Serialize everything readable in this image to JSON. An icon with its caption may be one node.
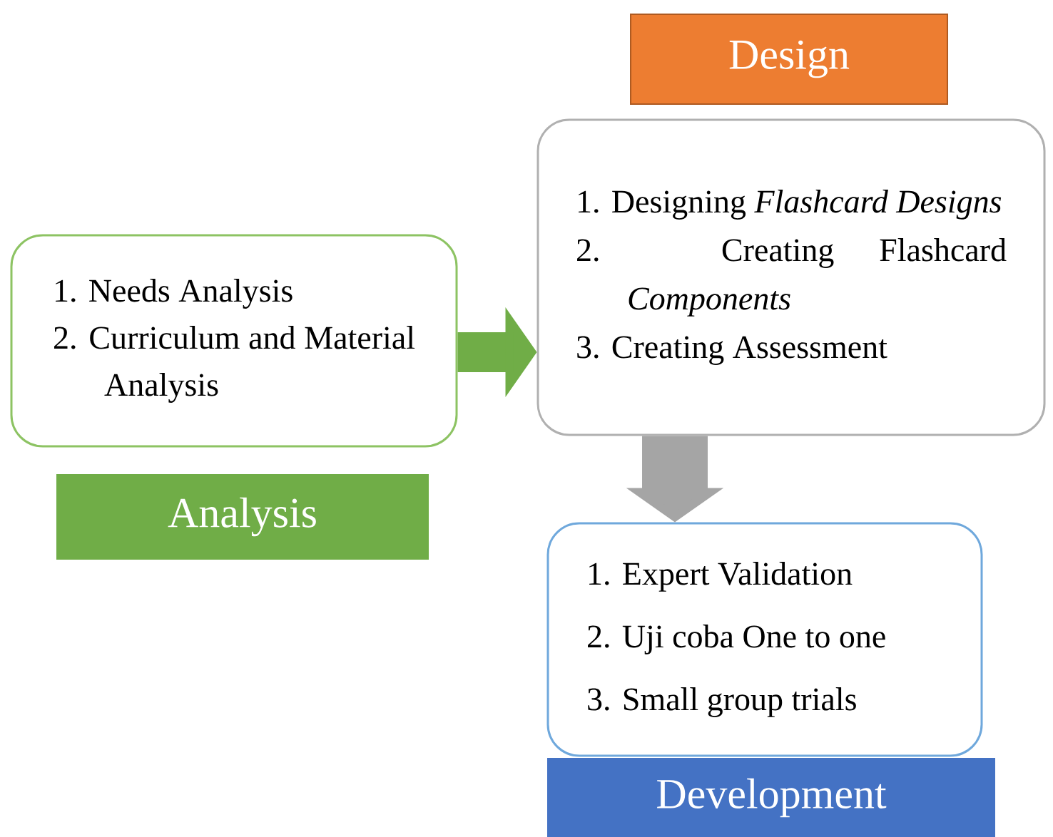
{
  "diagram": {
    "nodes": [
      {
        "text": [
          "1. Needs Analysis",
          "2. Curriculum and Material Analysis"
        ]
      },
      {
        "text": [
          "Analysis"
        ]
      },
      {
        "text": [
          "Design"
        ]
      },
      {
        "text": [
          "1. Designing *Flashcard Designs*",
          "2. Creating Flashcard *Components*",
          "3. Creating Assessment"
        ]
      },
      {
        "text": [
          "1. Expert Validation",
          "2. Uji coba One to one",
          "3. Small group trials"
        ]
      },
      {
        "text": [
          "Development"
        ]
      }
    ],
    "edges": [
      {
        "from": 0,
        "to": 3,
        "arrow": "to",
        "color": "#70ad47"
      },
      {
        "from": 3,
        "to": 4,
        "arrow": "to",
        "color": "#a5a5a5"
      }
    ]
  }
}
